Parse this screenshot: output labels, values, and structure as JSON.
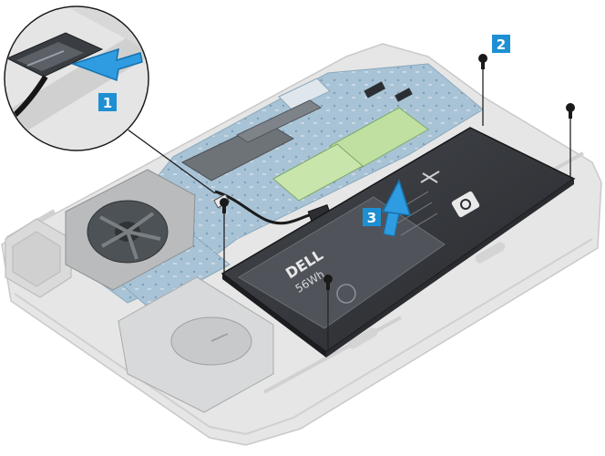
{
  "callouts": [
    {
      "step": "1"
    },
    {
      "step": "2"
    },
    {
      "step": "3"
    }
  ],
  "battery": {
    "brand": "DELL",
    "capacity": "56Wh"
  },
  "colors": {
    "callout": "#1f8fd3",
    "battery": "#333539",
    "chassis": "#e5e6e5",
    "board": "#a9c3d6",
    "arrow": "#2f9be0",
    "screw": "#1a1a1a"
  },
  "icons": [
    "screw-icon",
    "lift-arrow-icon",
    "pull-arrow-icon",
    "recycle-icon"
  ]
}
